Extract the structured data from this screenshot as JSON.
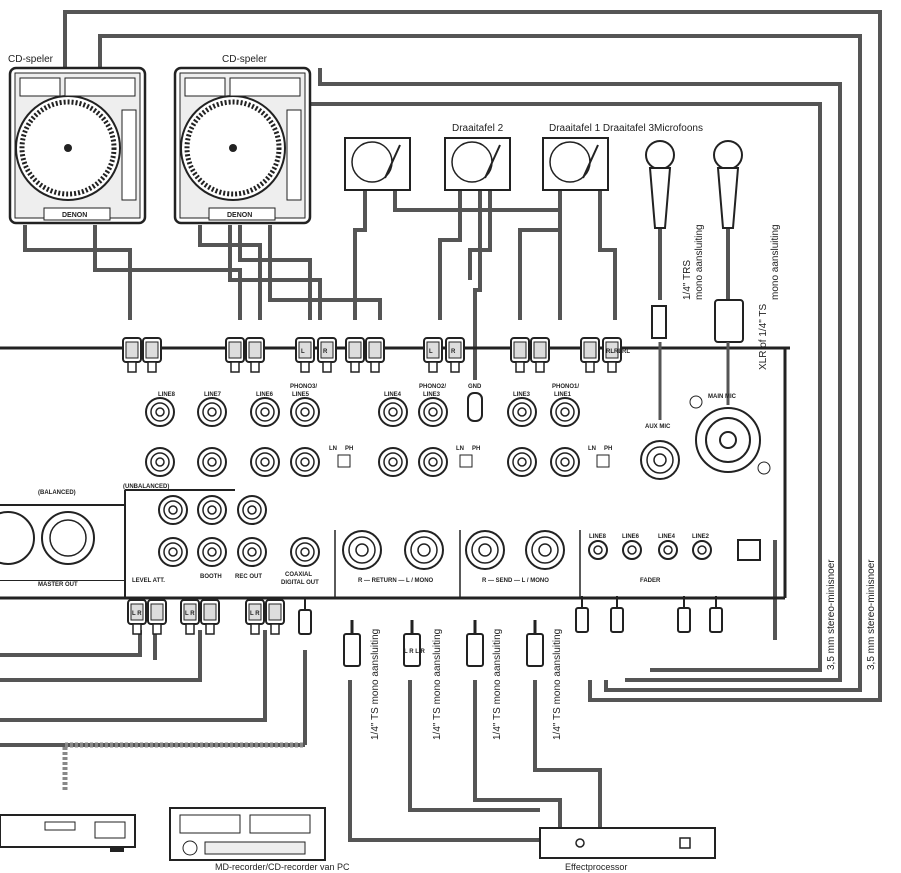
{
  "devices": {
    "cd_player_1": "CD-speler",
    "cd_player_2": "CD-speler",
    "cd_brand": "DENON",
    "turntable_2": "Draaitafel 2",
    "turntables_mics": "Draaitafel 1 Draaitafel 3Microfoons",
    "md_recorder": "MD-recorder/CD-recorder van PC",
    "effect_processor": "Effectprocessor"
  },
  "mixer_inputs": {
    "line8": "LINE8",
    "line7": "LINE7",
    "line6": "LINE6",
    "phono3": "PHONO3/",
    "line5": "LINE5",
    "line4": "LINE4",
    "phono2": "PHONO2/",
    "line3_a": "LINE3",
    "line3_b": "LINE3",
    "phono1": "PHONO1/",
    "line1": "LINE1",
    "aux_mic": "AUX MIC",
    "main_mic": "MAIN MIC",
    "gnd": "GND",
    "ln": "LN",
    "ph": "PH",
    "l": "L",
    "r": "R"
  },
  "mixer_outputs": {
    "balanced": "(BALANCED)",
    "unbalanced": "(UNBALANCED)",
    "master_out": "MASTER OUT",
    "level_att": "LEVEL ATT.",
    "booth": "BOOTH",
    "rec_out": "REC OUT",
    "coaxial": "COAXIAL",
    "digital_out": "DIGITAL OUT",
    "return_label": "R — RETURN — L / MONO",
    "send_label": "R — SEND — L / MONO",
    "fader_line8": "LINE8",
    "fader_line6": "LINE6",
    "fader_line4": "LINE4",
    "fader_line2": "LINE2",
    "fader": "FADER"
  },
  "plug_labels": {
    "l": "L",
    "r": "R",
    "rlrlrl": "RLRLRL",
    "lrlr": "L R L R",
    "lr": "L R"
  },
  "connection_labels": {
    "trs_quarter": "1/4\" TRS",
    "mono_aansluiting": "mono aansluiting",
    "xlr_quarter": "XLR of 1/4\" TS",
    "mono_aansluiting_2": "mono aansluiting",
    "minijack_stereo_1": "3,5 mm stereo-minisnoer",
    "minijack_stereo_2": "3,5 mm stereo-minisnoer",
    "ts_mono_1": "1/4\" TS mono aansluiting",
    "ts_mono_2": "1/4\" TS mono aansluiting",
    "ts_mono_3": "1/4\" TS mono aansluiting",
    "ts_mono_4": "1/4\" TS mono aansluiting"
  }
}
